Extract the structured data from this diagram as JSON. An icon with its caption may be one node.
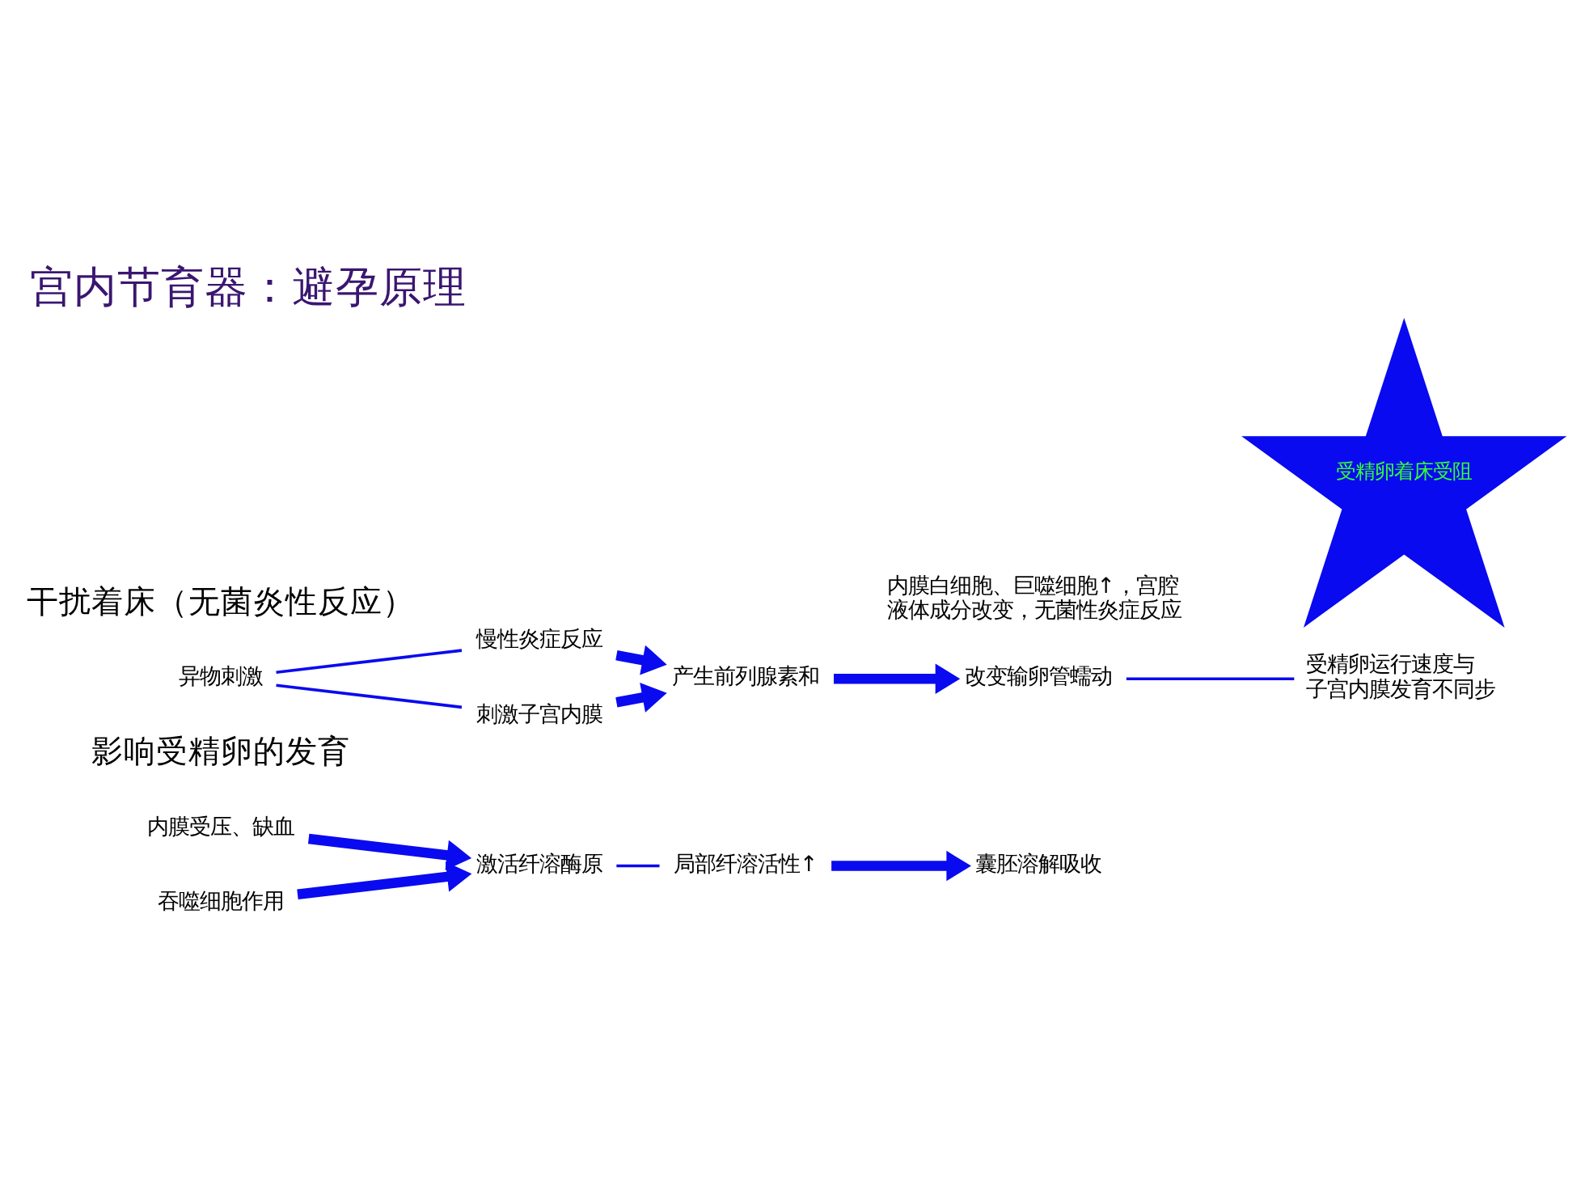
{
  "diagram": {
    "title": "宫内节育器：避孕原理",
    "nodes": [
      {
        "text": [
          "异物刺激"
        ]
      },
      {
        "text": [
          "慢性炎症反应"
        ]
      },
      {
        "text": [
          "刺激子宫内膜"
        ]
      },
      {
        "text": [
          "产生前列腺素和"
        ]
      },
      {
        "text": [
          "内膜白细胞、巨噬细胞↑，宫腔液体成分改变，无菌性炎症反应"
        ]
      },
      {
        "text": [
          "受精卵着床受阻"
        ]
      },
      {
        "text": [
          "改变输卵管蠕动"
        ]
      },
      {
        "text": [
          "受精卵运行速度与子宫内膜发育不同步"
        ]
      },
      {
        "text": [
          "内膜受压、缺血"
        ]
      },
      {
        "text": [
          "吞噬细胞作用"
        ]
      },
      {
        "text": [
          "激活纤溶酶原"
        ]
      },
      {
        "text": [
          "局部纤溶活性↑"
        ]
      },
      {
        "text": [
          "囊胚溶解吸收"
        ]
      }
    ],
    "edges": [
      {
        "from": 0,
        "to": 1,
        "arrow": "none"
      },
      {
        "from": 0,
        "to": 2,
        "arrow": "none"
      },
      {
        "from": 1,
        "to": 3,
        "arrow": "to"
      },
      {
        "from": 2,
        "to": 3,
        "arrow": "to"
      },
      {
        "from": 3,
        "to": 6,
        "arrow": "to"
      },
      {
        "from": 6,
        "to": 7,
        "arrow": "none"
      },
      {
        "from": 8,
        "to": 10,
        "arrow": "to"
      },
      {
        "from": 9,
        "to": 10,
        "arrow": "to"
      },
      {
        "from": 10,
        "to": 11,
        "arrow": "none"
      },
      {
        "from": 11,
        "to": 12,
        "arrow": "to"
      }
    ],
    "labels": [
      "干扰着床（无菌炎性反应）",
      "影响受精卵的发育"
    ]
  }
}
